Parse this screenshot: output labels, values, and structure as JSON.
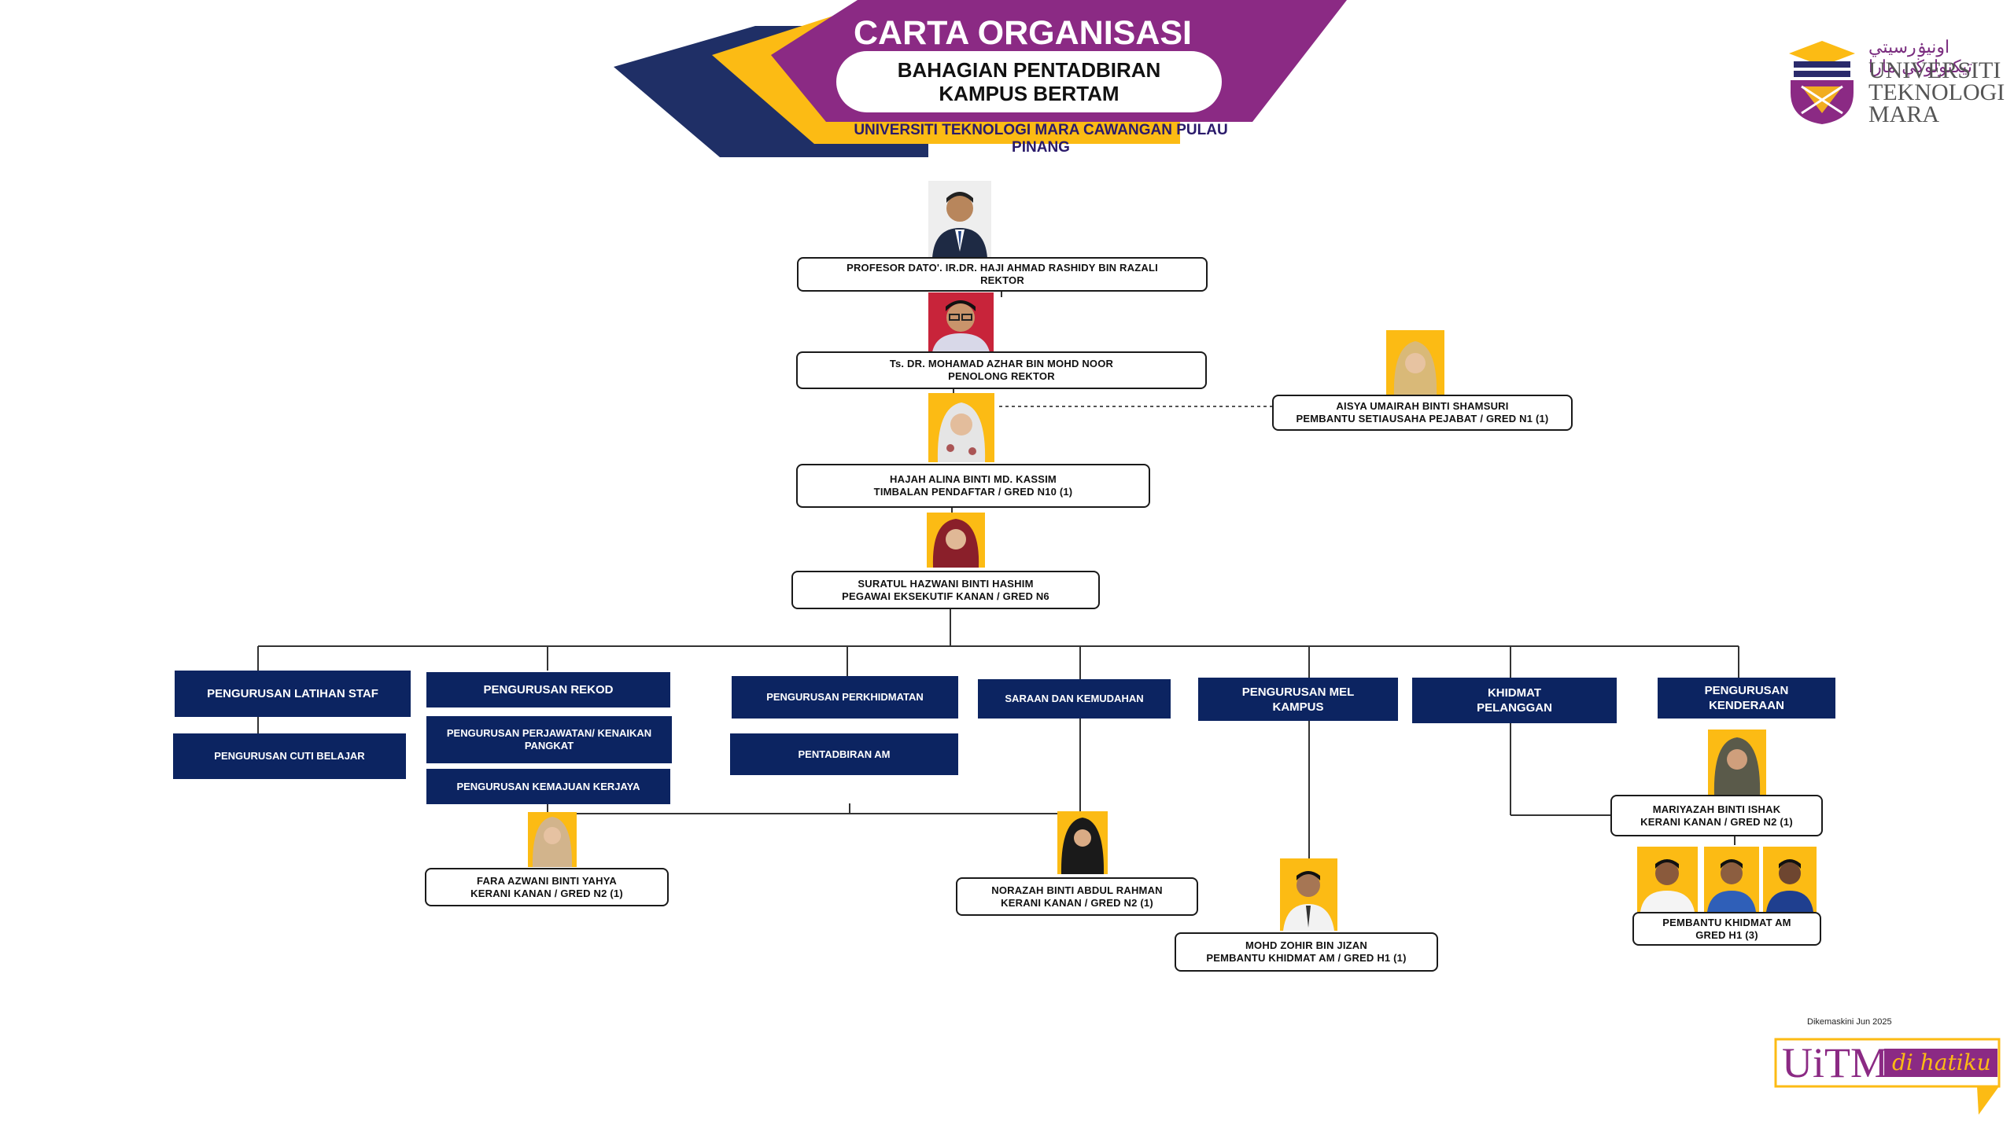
{
  "header": {
    "title": "CARTA ORGANISASI",
    "subtitle_line1": "BAHAGIAN PENTADBIRAN",
    "subtitle_line2": "KAMPUS BERTAM",
    "band": "UNIVERSITI TEKNOLOGI MARA CAWANGAN PULAU PINANG"
  },
  "logo": {
    "jawi": "اونيۏرسيتي تيكنولوڬي مارا",
    "line1": "UNIVERSITI",
    "line2": "TEKNOLOGI",
    "line3": "MARA"
  },
  "staff": {
    "rektor": {
      "name": "PROFESOR DATO'. IR.DR. HAJI AHMAD RASHIDY BIN RAZALI",
      "role": "REKTOR"
    },
    "penolong": {
      "name": "Ts. DR. MOHAMAD AZHAR BIN MOHD NOOR",
      "role": "PENOLONG REKTOR"
    },
    "setiausaha": {
      "name": "AISYA UMAIRAH BINTI SHAMSURI",
      "role": "PEMBANTU SETIAUSAHA PEJABAT  / GRED N1 (1)"
    },
    "timbalan": {
      "name": "HAJAH ALINA BINTI MD. KASSIM",
      "role": "TIMBALAN PENDAFTAR / GRED N10 (1)"
    },
    "eksekutif": {
      "name": "SURATUL HAZWANI BINTI HASHIM",
      "role": "PEGAWAI EKSEKUTIF  KANAN / GRED N6"
    },
    "fara": {
      "name": "FARA AZWANI BINTI YAHYA",
      "role": "KERANI KANAN / GRED N2 (1)"
    },
    "norazah": {
      "name": "NORAZAH BINTI ABDUL RAHMAN",
      "role": "KERANI KANAN / GRED N2 (1)"
    },
    "zohir": {
      "name": "MOHD ZOHIR BIN JIZAN",
      "role": "PEMBANTU KHIDMAT AM  / GRED H1 (1)"
    },
    "mariyazah": {
      "name": "MARIYAZAH BINTI  ISHAK",
      "role": "KERANI KANAN / GRED N2 (1)"
    },
    "pka": {
      "name": "PEMBANTU KHIDMAT AM",
      "role": "GRED H1 (3)"
    }
  },
  "units": {
    "latihan": "PENGURUSAN LATIHAN STAF",
    "cuti": "PENGURUSAN CUTI BELAJAR",
    "rekod": "PENGURUSAN REKOD",
    "perjawatan": "PENGURUSAN PERJAWATAN/ KENAIKAN PANGKAT",
    "kemajuan": "PENGURUSAN KEMAJUAN KERJAYA",
    "perkhidmatan": "PENGURUSAN PERKHIDMATAN",
    "pentadbiran": "PENTADBIRAN AM",
    "saraan": "SARAAN DAN KEMUDAHAN",
    "mel": "PENGURUSAN MEL KAMPUS",
    "khidmat": "KHIDMAT PELANGGAN",
    "kenderaan": "PENGURUSAN KENDERAAN"
  },
  "footer": {
    "updated": "Dikemaskini Jun 2025",
    "slogan_main": "UiTM",
    "slogan_script": "di hatiku"
  },
  "colors": {
    "navy": "#1f2f66",
    "yellow": "#fcbb14",
    "purple": "#8b2a84",
    "unit_fill": "#0c2461"
  }
}
